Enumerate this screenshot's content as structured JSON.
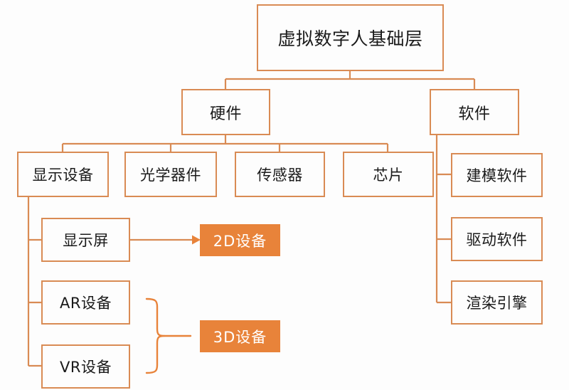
{
  "diagram": {
    "title": "虚拟数字人基础层",
    "accent_color": "#e8833a",
    "outline_color": "#d98b54",
    "background_color": "#fdfdfd",
    "text_color": "#1a1a1a",
    "nodes": {
      "root": "虚拟数字人基础层",
      "hardware": "硬件",
      "software": "软件",
      "hw_display_devices": "显示设备",
      "hw_optical_components": "光学器件",
      "hw_sensors": "传感器",
      "hw_chips": "芯片",
      "sw_modeling": "建模软件",
      "sw_driver": "驱动软件",
      "sw_render_engine": "渲染引擎",
      "disp_screen": "显示屏",
      "disp_ar": "AR设备",
      "disp_vr": "VR设备",
      "tag_2d": "2D设备",
      "tag_3d": "3D设备"
    }
  }
}
